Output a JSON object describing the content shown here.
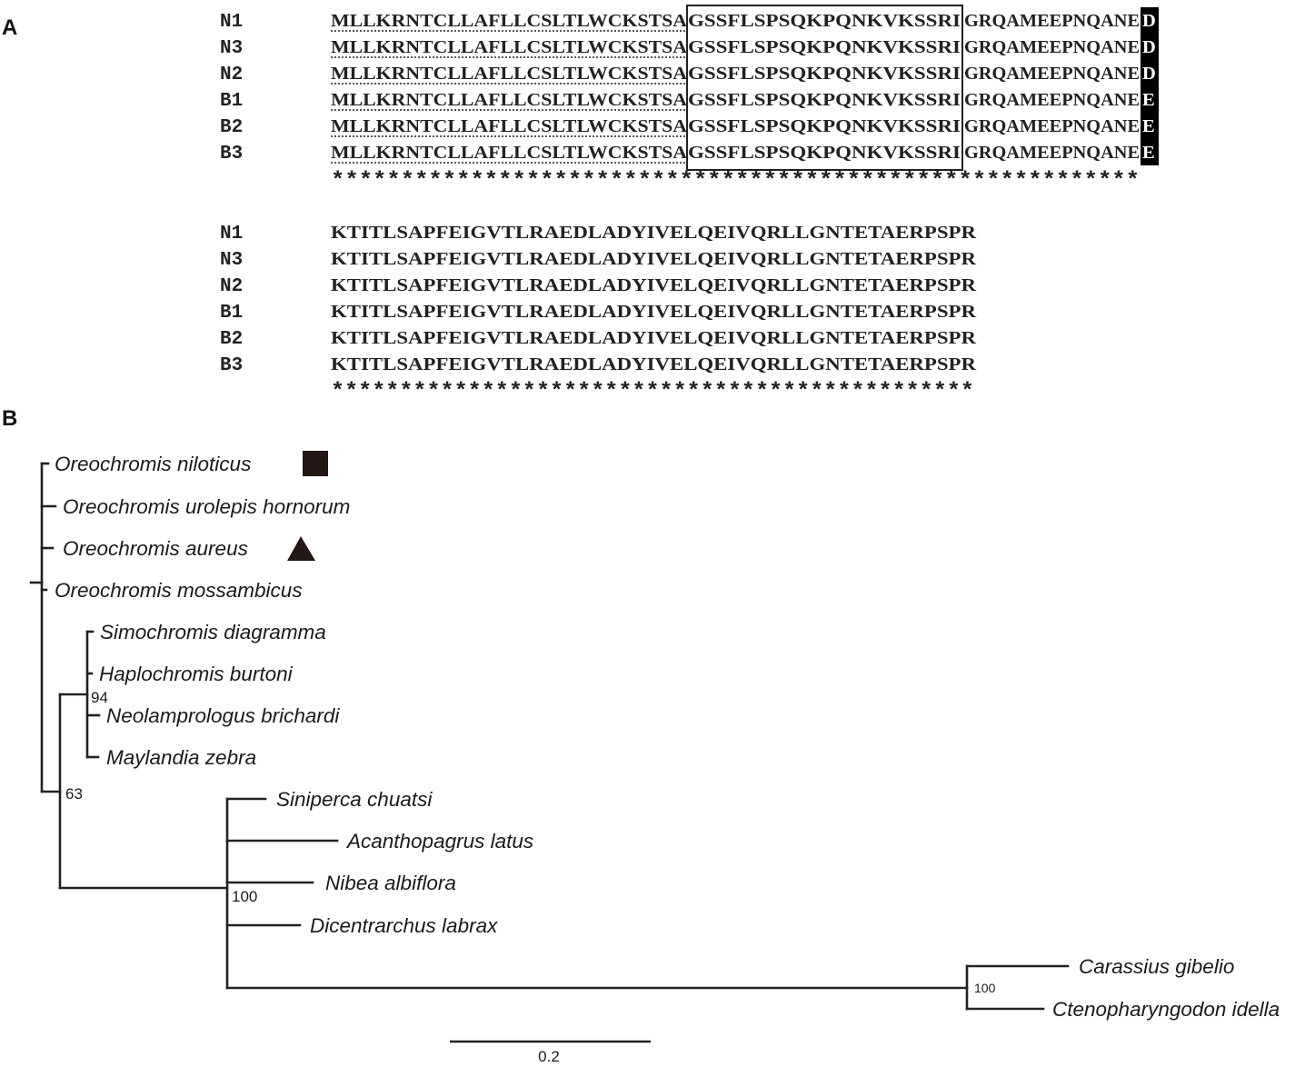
{
  "panels": {
    "a": "A",
    "b": "B"
  },
  "alignment": {
    "block1": {
      "rows": [
        {
          "name": "N1",
          "signal": "MLLKRNTCLLAFLLCSLTLWCKSTSA",
          "boxed": "GSSFLSPSQKPQNKVKSSRI",
          "rest": "GRQAMEEPNQANE",
          "variant": "D"
        },
        {
          "name": "N3",
          "signal": "MLLKRNTCLLAFLLCSLTLWCKSTSA",
          "boxed": "GSSFLSPSQKPQNKVKSSRI",
          "rest": "GRQAMEEPNQANE",
          "variant": "D"
        },
        {
          "name": "N2",
          "signal": "MLLKRNTCLLAFLLCSLTLWCKSTSA",
          "boxed": "GSSFLSPSQKPQNKVKSSRI",
          "rest": "GRQAMEEPNQANE",
          "variant": "D"
        },
        {
          "name": "B1",
          "signal": "MLLKRNTCLLAFLLCSLTLWCKSTSA",
          "boxed": "GSSFLSPSQKPQNKVKSSRI",
          "rest": "GRQAMEEPNQANE",
          "variant": "E"
        },
        {
          "name": "B2",
          "signal": "MLLKRNTCLLAFLLCSLTLWCKSTSA",
          "boxed": "GSSFLSPSQKPQNKVKSSRI",
          "rest": "GRQAMEEPNQANE",
          "variant": "E"
        },
        {
          "name": "B3",
          "signal": "MLLKRNTCLLAFLLCSLTLWCKSTSA",
          "boxed": "GSSFLSPSQKPQNKVKSSRI",
          "rest": "GRQAMEEPNQANE",
          "variant": "E"
        }
      ],
      "consensus": "**********************************************************"
    },
    "block2": {
      "rows": [
        {
          "name": "N1",
          "seq": "KTITLSAPFEIGVTLRAEDLADYIVELQEIVQRLLGNTETAERPSPR"
        },
        {
          "name": "N3",
          "seq": "KTITLSAPFEIGVTLRAEDLADYIVELQEIVQRLLGNTETAERPSPR"
        },
        {
          "name": "N2",
          "seq": "KTITLSAPFEIGVTLRAEDLADYIVELQEIVQRLLGNTETAERPSPR"
        },
        {
          "name": "B1",
          "seq": "KTITLSAPFEIGVTLRAEDLADYIVELQEIVQRLLGNTETAERPSPR"
        },
        {
          "name": "B2",
          "seq": "KTITLSAPFEIGVTLRAEDLADYIVELQEIVQRLLGNTETAERPSPR"
        },
        {
          "name": "B3",
          "seq": "KTITLSAPFEIGVTLRAEDLADYIVELQEIVQRLLGNTETAERPSPR"
        }
      ],
      "consensus": "***********************************************"
    }
  },
  "tree": {
    "taxa": [
      {
        "name": "Oreochromis niloticus",
        "marker": "square"
      },
      {
        "name": "Oreochromis urolepis hornorum",
        "marker": ""
      },
      {
        "name": "Oreochromis aureus",
        "marker": "triangle"
      },
      {
        "name": "Oreochromis mossambicus",
        "marker": ""
      },
      {
        "name": "Simochromis diagramma",
        "marker": ""
      },
      {
        "name": "Haplochromis burtoni",
        "marker": ""
      },
      {
        "name": "Neolamprologus brichardi",
        "marker": ""
      },
      {
        "name": "Maylandia zebra",
        "marker": ""
      },
      {
        "name": "Siniperca chuatsi",
        "marker": ""
      },
      {
        "name": "Acanthopagrus latus",
        "marker": ""
      },
      {
        "name": "Nibea albiflora",
        "marker": ""
      },
      {
        "name": "Dicentrarchus labrax",
        "marker": ""
      },
      {
        "name": "Carassius gibelio",
        "marker": ""
      },
      {
        "name": "Ctenopharyngodon idella",
        "marker": ""
      }
    ],
    "bootstrap": {
      "cichlid_clade": "94",
      "ingroup": "63",
      "percomorph_clade": "100",
      "cyprinid_clade": "100"
    },
    "scale_bar": {
      "label": "0.2",
      "value": 0.2
    }
  },
  "colors": {
    "ink": "#222222",
    "highlight_bg": "#000000",
    "highlight_text": "#ffffff",
    "marker": "#231815"
  }
}
